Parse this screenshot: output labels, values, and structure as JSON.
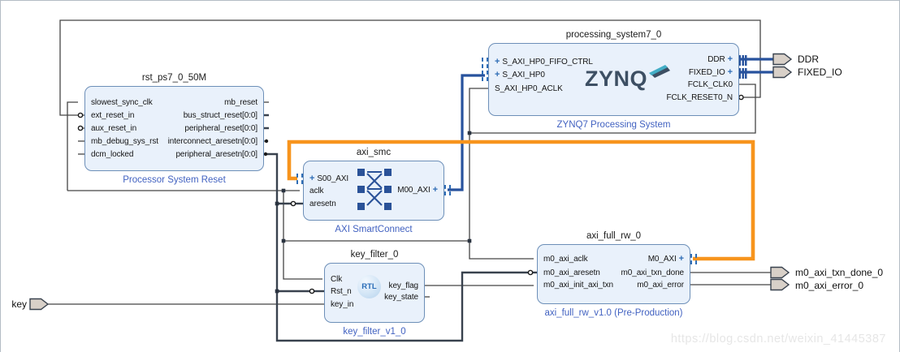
{
  "diagram": {
    "watermark": "https://blog.csdn.net/weixin_41445387"
  },
  "icons": {
    "plus": "+",
    "rtl": "RTL",
    "zynq": "ZYNQ"
  },
  "colors": {
    "highlight_orange": "#f7941d",
    "interface_navy": "#27529d",
    "wire_gray": "#454545",
    "wire_dark": "#39424e",
    "block_fill": "#e9f1fb",
    "block_border": "#6d8fb8",
    "label_blue": "#4262c1",
    "port_arrow_fill": "#d8d0c8"
  },
  "blocks": {
    "rst": {
      "title": "rst_ps7_0_50M",
      "label": "Processor System Reset",
      "left_ports": [
        "slowest_sync_clk",
        "ext_reset_in",
        "aux_reset_in",
        "mb_debug_sys_rst",
        "dcm_locked"
      ],
      "right_ports": [
        "mb_reset",
        "bus_struct_reset[0:0]",
        "peripheral_reset[0:0]",
        "interconnect_aresetn[0:0]",
        "peripheral_aresetn[0:0]"
      ]
    },
    "ps7": {
      "title": "processing_system7_0",
      "label": "ZYNQ7 Processing System",
      "left_ports": [
        "S_AXI_HP0_FIFO_CTRL",
        "S_AXI_HP0",
        "S_AXI_HP0_ACLK"
      ],
      "right_ports": [
        "DDR",
        "FIXED_IO",
        "FCLK_CLK0",
        "FCLK_RESET0_N"
      ]
    },
    "smc": {
      "title": "axi_smc",
      "label": "AXI SmartConnect",
      "left_ports": [
        "S00_AXI",
        "aclk",
        "aresetn"
      ],
      "right_ports": [
        "M00_AXI"
      ]
    },
    "key_filter": {
      "title": "key_filter_0",
      "label": "key_filter_v1_0",
      "left_ports": [
        "Clk",
        "Rst_n",
        "key_in"
      ],
      "right_ports": [
        "key_flag",
        "key_state"
      ]
    },
    "axi_full_rw": {
      "title": "axi_full_rw_0",
      "label": "axi_full_rw_v1.0 (Pre-Production)",
      "left_ports": [
        "m0_axi_aclk",
        "m0_axi_aresetn",
        "m0_axi_init_axi_txn"
      ],
      "right_ports": [
        "M0_AXI",
        "m0_axi_txn_done",
        "m0_axi_error"
      ]
    }
  },
  "external_ports": {
    "ddr": "DDR",
    "fixed_io": "FIXED_IO",
    "txn_done": "m0_axi_txn_done_0",
    "error": "m0_axi_error_0",
    "key": "key"
  }
}
